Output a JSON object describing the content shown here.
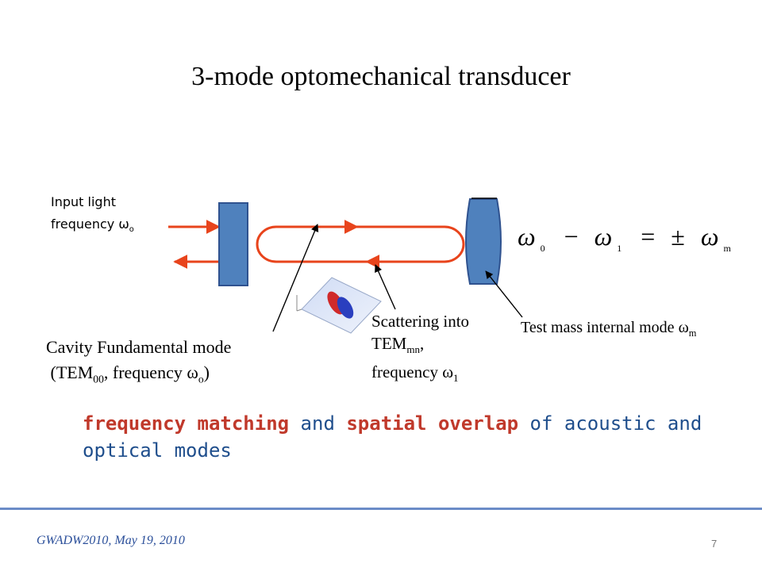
{
  "title": "3-mode optomechanical transducer",
  "input": {
    "line1": "Input light",
    "line2": "frequency ",
    "omega": "ω",
    "sub": "o"
  },
  "cavity": {
    "line1": "Cavity Fundamental mode",
    "open": "(TEM",
    "sub": "00",
    "mid": ", frequency ",
    "omega": "ω",
    "osub": "o",
    "close": ")"
  },
  "scattering": {
    "line1": "Scattering into",
    "tem": "TEM",
    "sub": "mn",
    "comma": ",",
    "line3": "frequency ",
    "omega": "ω",
    "osub": "1"
  },
  "test_mass": {
    "text": "Test mass internal mode ",
    "omega": "ω",
    "sub": "m"
  },
  "equation": {
    "w": "ω",
    "sub0": "0",
    "minus": "−",
    "sub1": "1",
    "eq": "=",
    "pm": "±",
    "subm": "m"
  },
  "summary": {
    "hl1": "frequency matching",
    "t1": " and ",
    "hl2": "spatial overlap",
    "t2": " of acoustic and optical modes"
  },
  "footer": {
    "left": "GWADW2010, May 19, 2010",
    "page": "7"
  },
  "colors": {
    "beam": "#e8441c",
    "mirror": "#4f81bd",
    "mirror_edge": "#2f528f",
    "accent": "#c0392b",
    "text_blue": "#1f4e8c"
  }
}
